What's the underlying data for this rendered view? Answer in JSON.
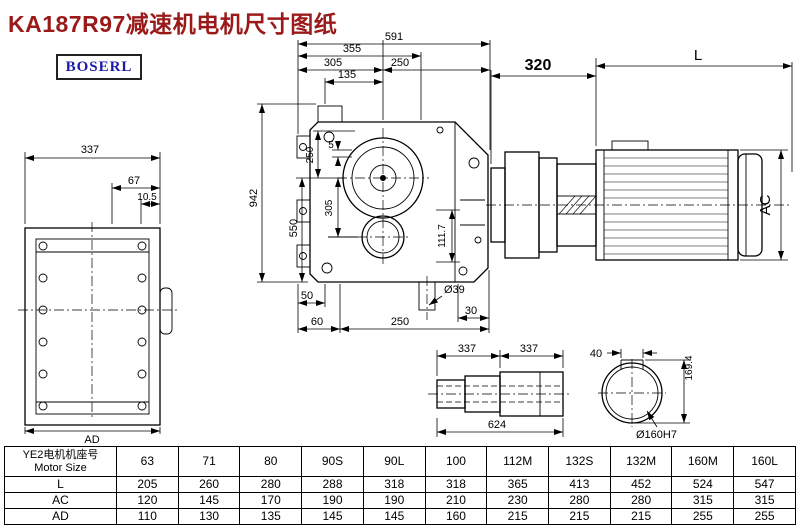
{
  "title": "KA187R97减速机电机尺寸图纸",
  "logo": "BOSERL",
  "dims": {
    "d591": "591",
    "d355": "355",
    "d305": "305",
    "d250": "250",
    "d135": "135",
    "d320": "320",
    "dL": "L",
    "dAC": "AC",
    "d942": "942",
    "d550": "550",
    "d250v": "250",
    "d5": "5",
    "d305v": "305",
    "d111_7": "111.7",
    "d50": "50",
    "d39": "Ø39",
    "d30": "30",
    "d60": "60",
    "d250b": "250",
    "d337": "337",
    "d67": "67",
    "d10_5": "10.5",
    "dAD": "AD",
    "d337a": "337",
    "d337b": "337",
    "d624": "624",
    "d40": "40",
    "d169_4": "169.4",
    "d160h7": "Ø160H7"
  },
  "table": {
    "header_cn": "YE2电机机座号",
    "header_en": "Motor Size",
    "sizes": [
      "63",
      "71",
      "80",
      "90S",
      "90L",
      "100",
      "112M",
      "132S",
      "132M",
      "160M",
      "160L"
    ],
    "rows": [
      {
        "label": "L",
        "values": [
          "205",
          "260",
          "280",
          "288",
          "318",
          "318",
          "365",
          "413",
          "452",
          "524",
          "547"
        ]
      },
      {
        "label": "AC",
        "values": [
          "120",
          "145",
          "170",
          "190",
          "190",
          "210",
          "230",
          "280",
          "280",
          "315",
          "315"
        ]
      },
      {
        "label": "AD",
        "values": [
          "110",
          "130",
          "135",
          "145",
          "145",
          "160",
          "215",
          "215",
          "215",
          "255",
          "255"
        ]
      }
    ]
  }
}
